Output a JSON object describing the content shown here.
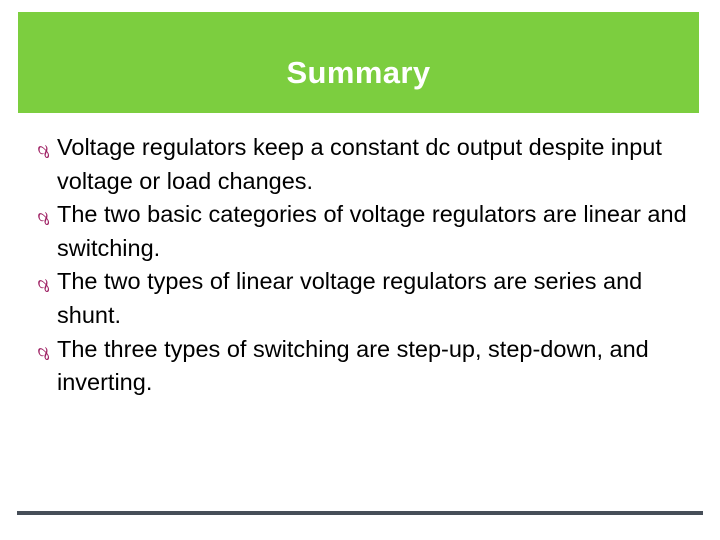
{
  "slide": {
    "title": "Summary",
    "title_band_color": "#7CCE3F",
    "title_text_color": "#FFFFFF",
    "background_color": "#FFFFFF",
    "body_text_color": "#000000",
    "bullet_color": "#9E2063",
    "bullet_glyph": "℘",
    "bullet_icon_name": "wingdings-curl-bullet",
    "footer_rule_color": "#464E58",
    "bullets": [
      {
        "text": "Voltage regulators keep a constant dc output despite input voltage or load changes."
      },
      {
        "text": "The two basic categories of voltage regulators are linear and switching."
      },
      {
        "text": "The two types of linear voltage regulators are series and shunt."
      },
      {
        "text": "The three types of switching are step-up, step-down, and inverting."
      }
    ]
  }
}
